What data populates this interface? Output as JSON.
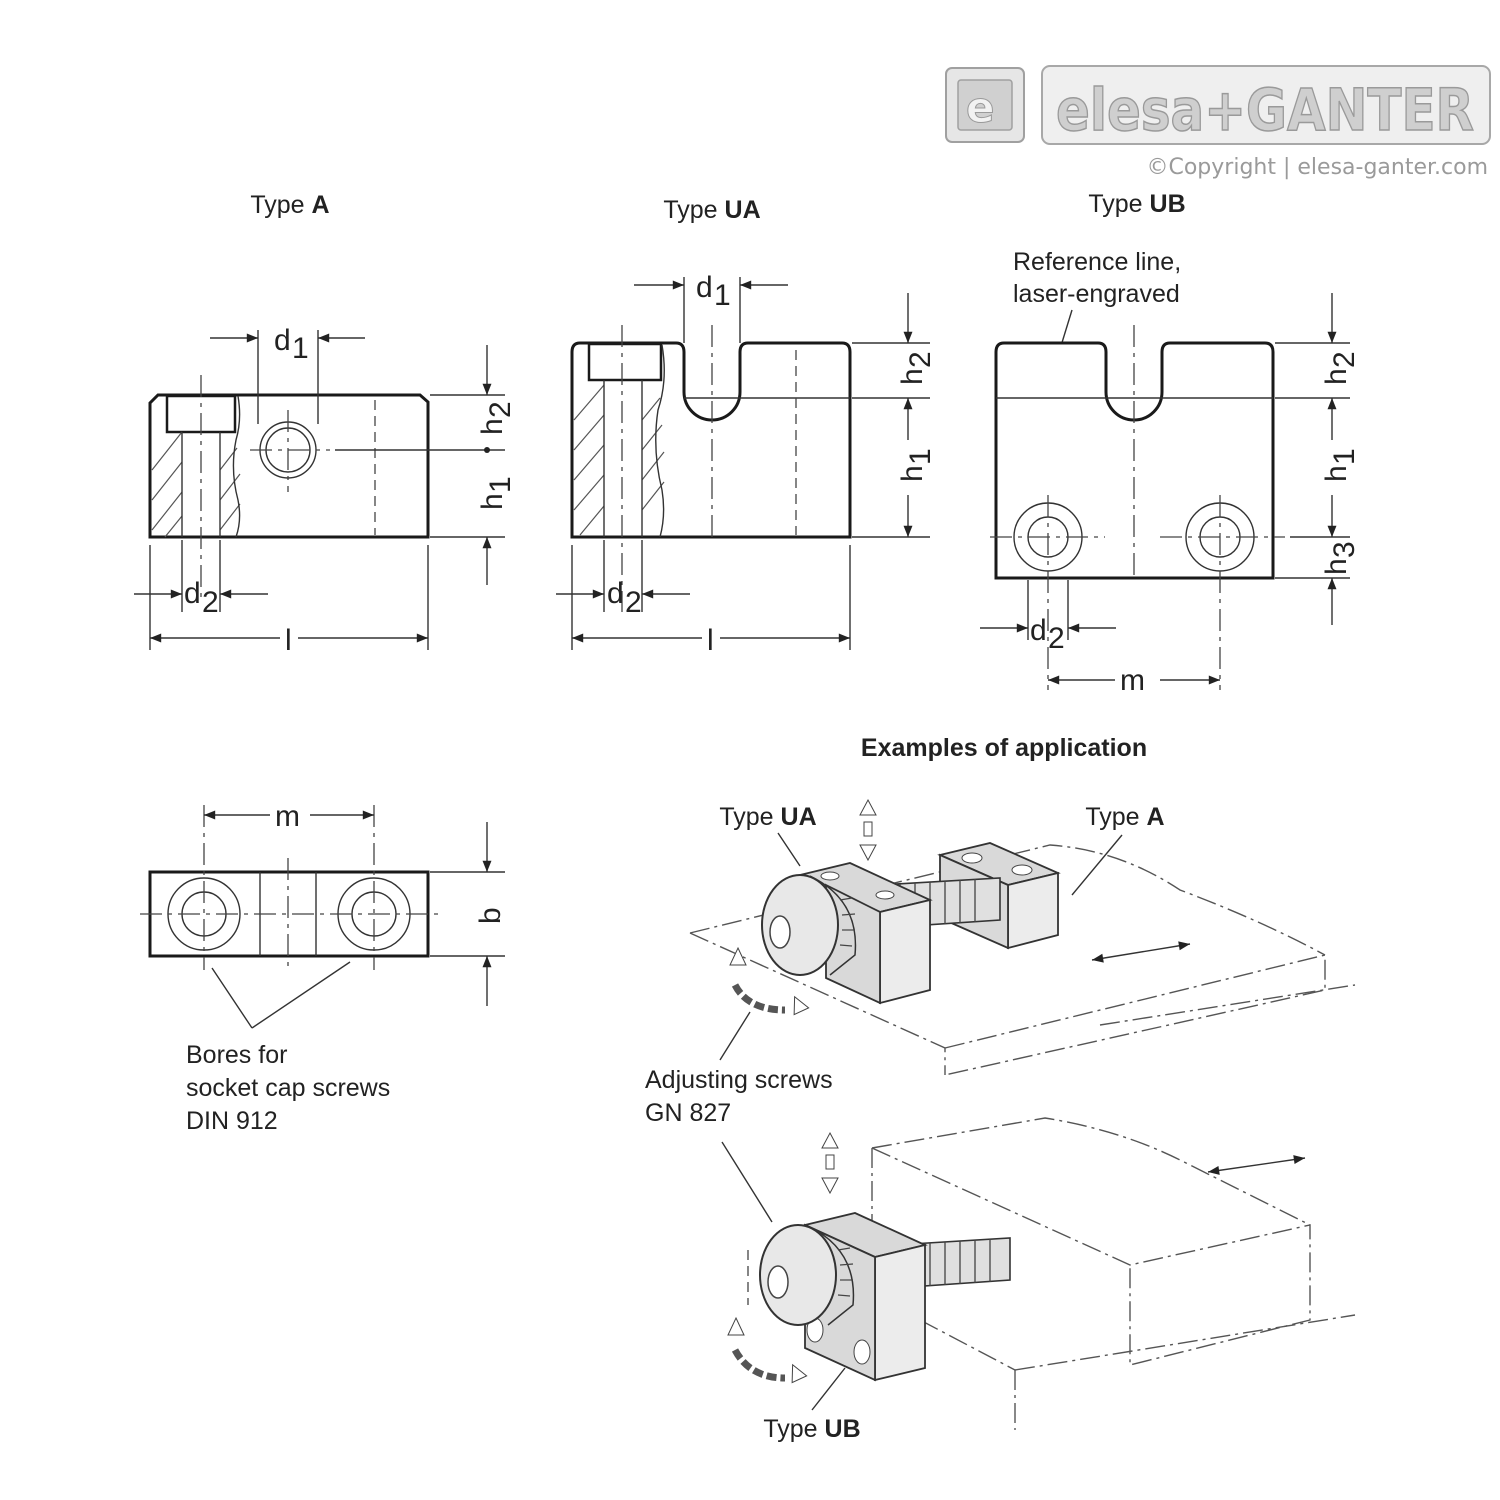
{
  "brand": {
    "name": "elesa+GANTER",
    "copyright": "©Copyright | elesa-ganter.com"
  },
  "views": {
    "type_a": {
      "prefix": "Type ",
      "code": "A"
    },
    "type_ua": {
      "prefix": "Type ",
      "code": "UA"
    },
    "type_ub": {
      "prefix": "Type ",
      "code": "UB"
    }
  },
  "dimensions": {
    "d1": "d",
    "d1_sub": "1",
    "d2": "d",
    "d2_sub": "2",
    "h1": "h",
    "h1_sub": "1",
    "h2": "h",
    "h2_sub": "2",
    "h3": "h",
    "h3_sub": "3",
    "l": "l",
    "m": "m",
    "b": "b"
  },
  "callouts": {
    "reference_line": [
      "Reference line,",
      "laser-engraved"
    ],
    "bores": [
      "Bores for",
      "socket cap screws",
      "DIN 912"
    ],
    "adjusting": [
      "Adjusting screws",
      "GN 827"
    ]
  },
  "examples": {
    "title": "Examples of application",
    "type_ua": {
      "prefix": "Type ",
      "code": "UA"
    },
    "type_a": {
      "prefix": "Type ",
      "code": "A"
    },
    "type_ub": {
      "prefix": "Type ",
      "code": "UB"
    }
  }
}
